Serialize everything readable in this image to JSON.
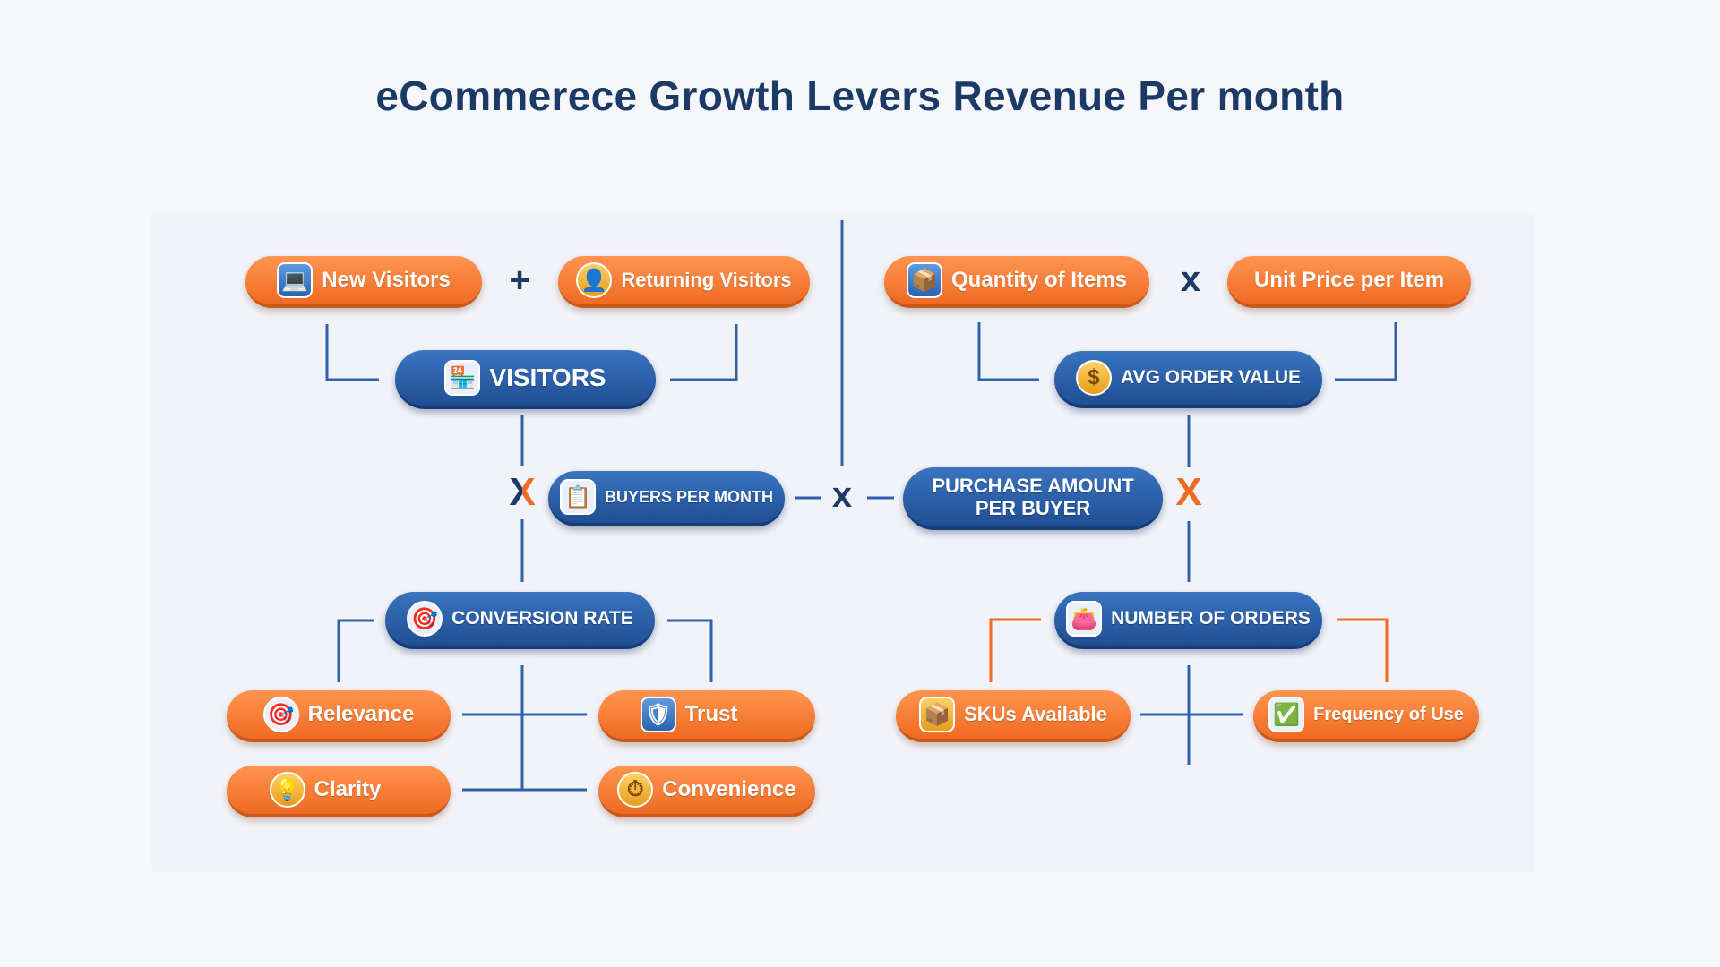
{
  "title": "eCommerece Growth Levers Revenue Per month",
  "nodes": {
    "new_visitors": "New Visitors",
    "returning_visitors": "Returning Visitors",
    "visitors": "VISITORS",
    "buyers_per_month": "BUYERS PER MONTH",
    "conversion_rate": "CONVERSION RATE",
    "relevance": "Relevance",
    "trust": "Trust",
    "clarity": "Clarity",
    "convenience": "Convenience",
    "quantity_of_items": "Quantity of Items",
    "unit_price_per_item": "Unit Price per Item",
    "avg_order_value": "AVG ORDER VALUE",
    "purchase_amount_line1": "PURCHASE AMOUNT",
    "purchase_amount_line2": "PER BUYER",
    "number_of_orders": "NUMBER OF ORDERS",
    "skus_available": "SKUs Available",
    "frequency_of_use": "Frequency of Use"
  },
  "operators": {
    "plus": "+",
    "multiply": "x",
    "multiply_upper": "X"
  },
  "colors": {
    "navy": "#1c3a66",
    "orange": "#ef6a22",
    "blue_pill": "#2b5da8",
    "line_blue": "#2f62ad",
    "line_orange": "#ef6a22"
  },
  "icons": {
    "new_visitors": "laptop-icon",
    "returning_visitors": "user-icon",
    "visitors": "storefront-icon",
    "buyers_per_month": "clipboard-icon",
    "conversion_rate": "target-icon",
    "relevance": "target-icon",
    "trust": "shield-icon",
    "clarity": "lightbulb-icon",
    "convenience": "clock-icon",
    "quantity_of_items": "boxes-icon",
    "avg_order_value": "coins-icon",
    "number_of_orders": "wallet-icon",
    "skus_available": "package-icon",
    "frequency_of_use": "calendar-check-icon"
  }
}
